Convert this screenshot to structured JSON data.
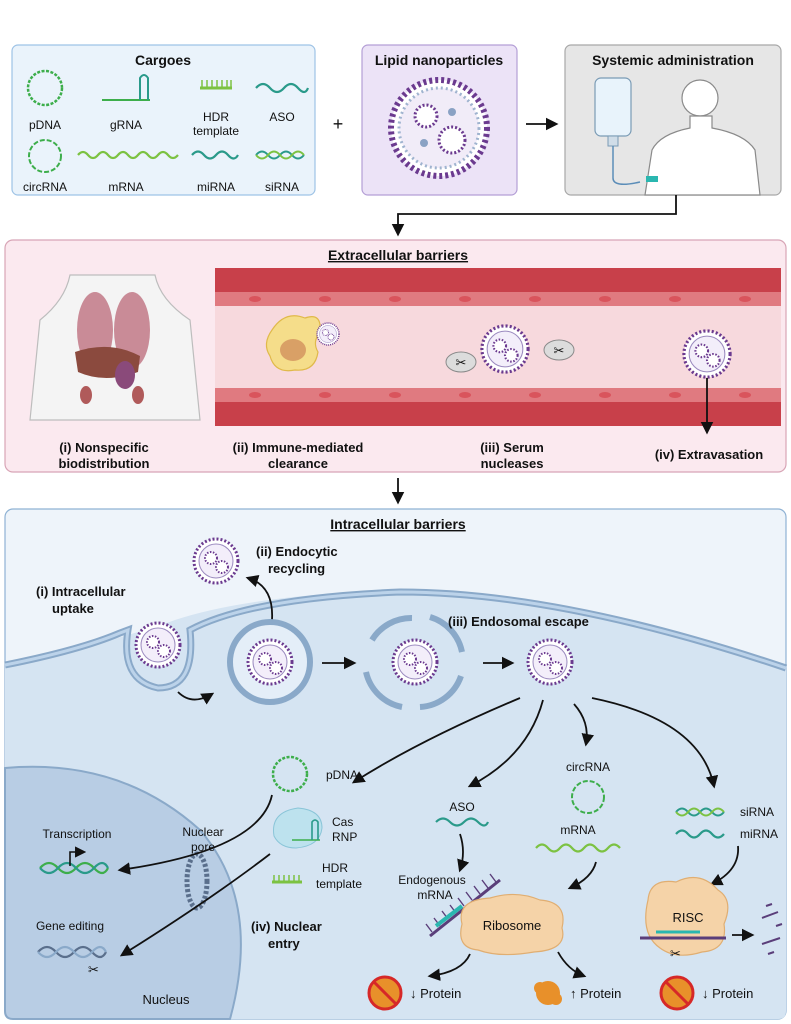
{
  "cargoes": {
    "title": "Cargoes",
    "pdna": "pDNA",
    "grna": "gRNA",
    "hdr_line1": "HDR",
    "hdr_line2": "template",
    "aso": "ASO",
    "circrna": "circRNA",
    "mrna": "mRNA",
    "mirna": "miRNA",
    "sirna": "siRNA"
  },
  "plus": "+",
  "lnp": {
    "title": "Lipid nanoparticles"
  },
  "systemic": {
    "title": "Systemic administration"
  },
  "extracellular": {
    "title": "Extracellular barriers",
    "b1_line1": "(i) Nonspecific",
    "b1_line2": "biodistribution",
    "b2_line1": "(ii) Immune-mediated",
    "b2_line2": "clearance",
    "b3_line1": "(iii) Serum",
    "b3_line2": "nucleases",
    "b4": "(iv) Extravasation"
  },
  "intracellular": {
    "title": "Intracellular barriers",
    "uptake_line1": "(i) Intracellular",
    "uptake_line2": "uptake",
    "recycling_line1": "(ii) Endocytic",
    "recycling_line2": "recycling",
    "escape": "(iii) Endosomal escape",
    "nuclear_line1": "(iv) Nuclear",
    "nuclear_line2": "entry",
    "pdna": "pDNA",
    "cas_line1": "Cas",
    "cas_line2": "RNP",
    "hdr_line1": "HDR",
    "hdr_line2": "template",
    "pore_line1": "Nuclear",
    "pore_line2": "pore",
    "transcription": "Transcription",
    "gene_editing": "Gene editing",
    "nucleus": "Nucleus",
    "aso": "ASO",
    "circrna": "circRNA",
    "mrna": "mRNA",
    "sirna": "siRNA",
    "mirna": "miRNA",
    "endog_line1": "Endogenous",
    "endog_line2": "mRNA",
    "ribosome": "Ribosome",
    "risc": "RISC",
    "protein_down_1": "↓ Protein",
    "protein_up": "↑ Protein",
    "protein_down_2": "↓ Protein"
  },
  "colors": {
    "cargo_bg": "#eaf3fb",
    "lnp_bg": "#ece3f7",
    "admin_bg": "#e6e6e6",
    "extra_bg": "#fbe9ef",
    "intra_bg": "#d5e4f2",
    "dna_green": "#3dae4b",
    "lipid_purple": "#6b3a8f",
    "vessel_red": "#c8404a"
  }
}
